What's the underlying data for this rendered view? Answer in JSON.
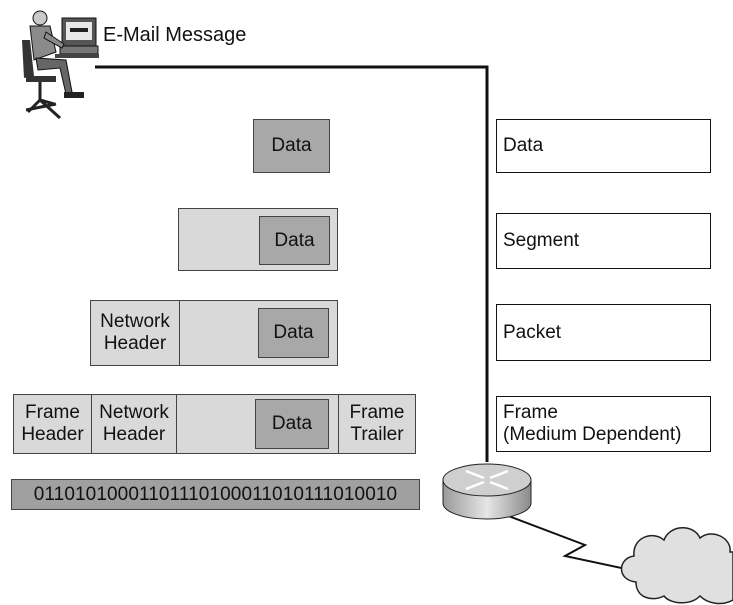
{
  "title": "E-Mail Message",
  "layers": {
    "data": {
      "data": "Data"
    },
    "segment": {
      "data": "Data"
    },
    "packet": {
      "network_header": "Network Header",
      "data": "Data"
    },
    "frame": {
      "frame_header": "Frame Header",
      "network_header": "Network Header",
      "data": "Data",
      "frame_trailer": "Frame Trailer"
    }
  },
  "bits": "01101010001101110100011010111010010",
  "labels": {
    "data": "Data",
    "segment": "Segment",
    "packet": "Packet",
    "frame_line1": "Frame",
    "frame_line2": "(Medium Dependent)"
  },
  "icons": {
    "user": "user-at-computer-icon",
    "router": "router-icon",
    "cloud": "cloud-icon"
  }
}
